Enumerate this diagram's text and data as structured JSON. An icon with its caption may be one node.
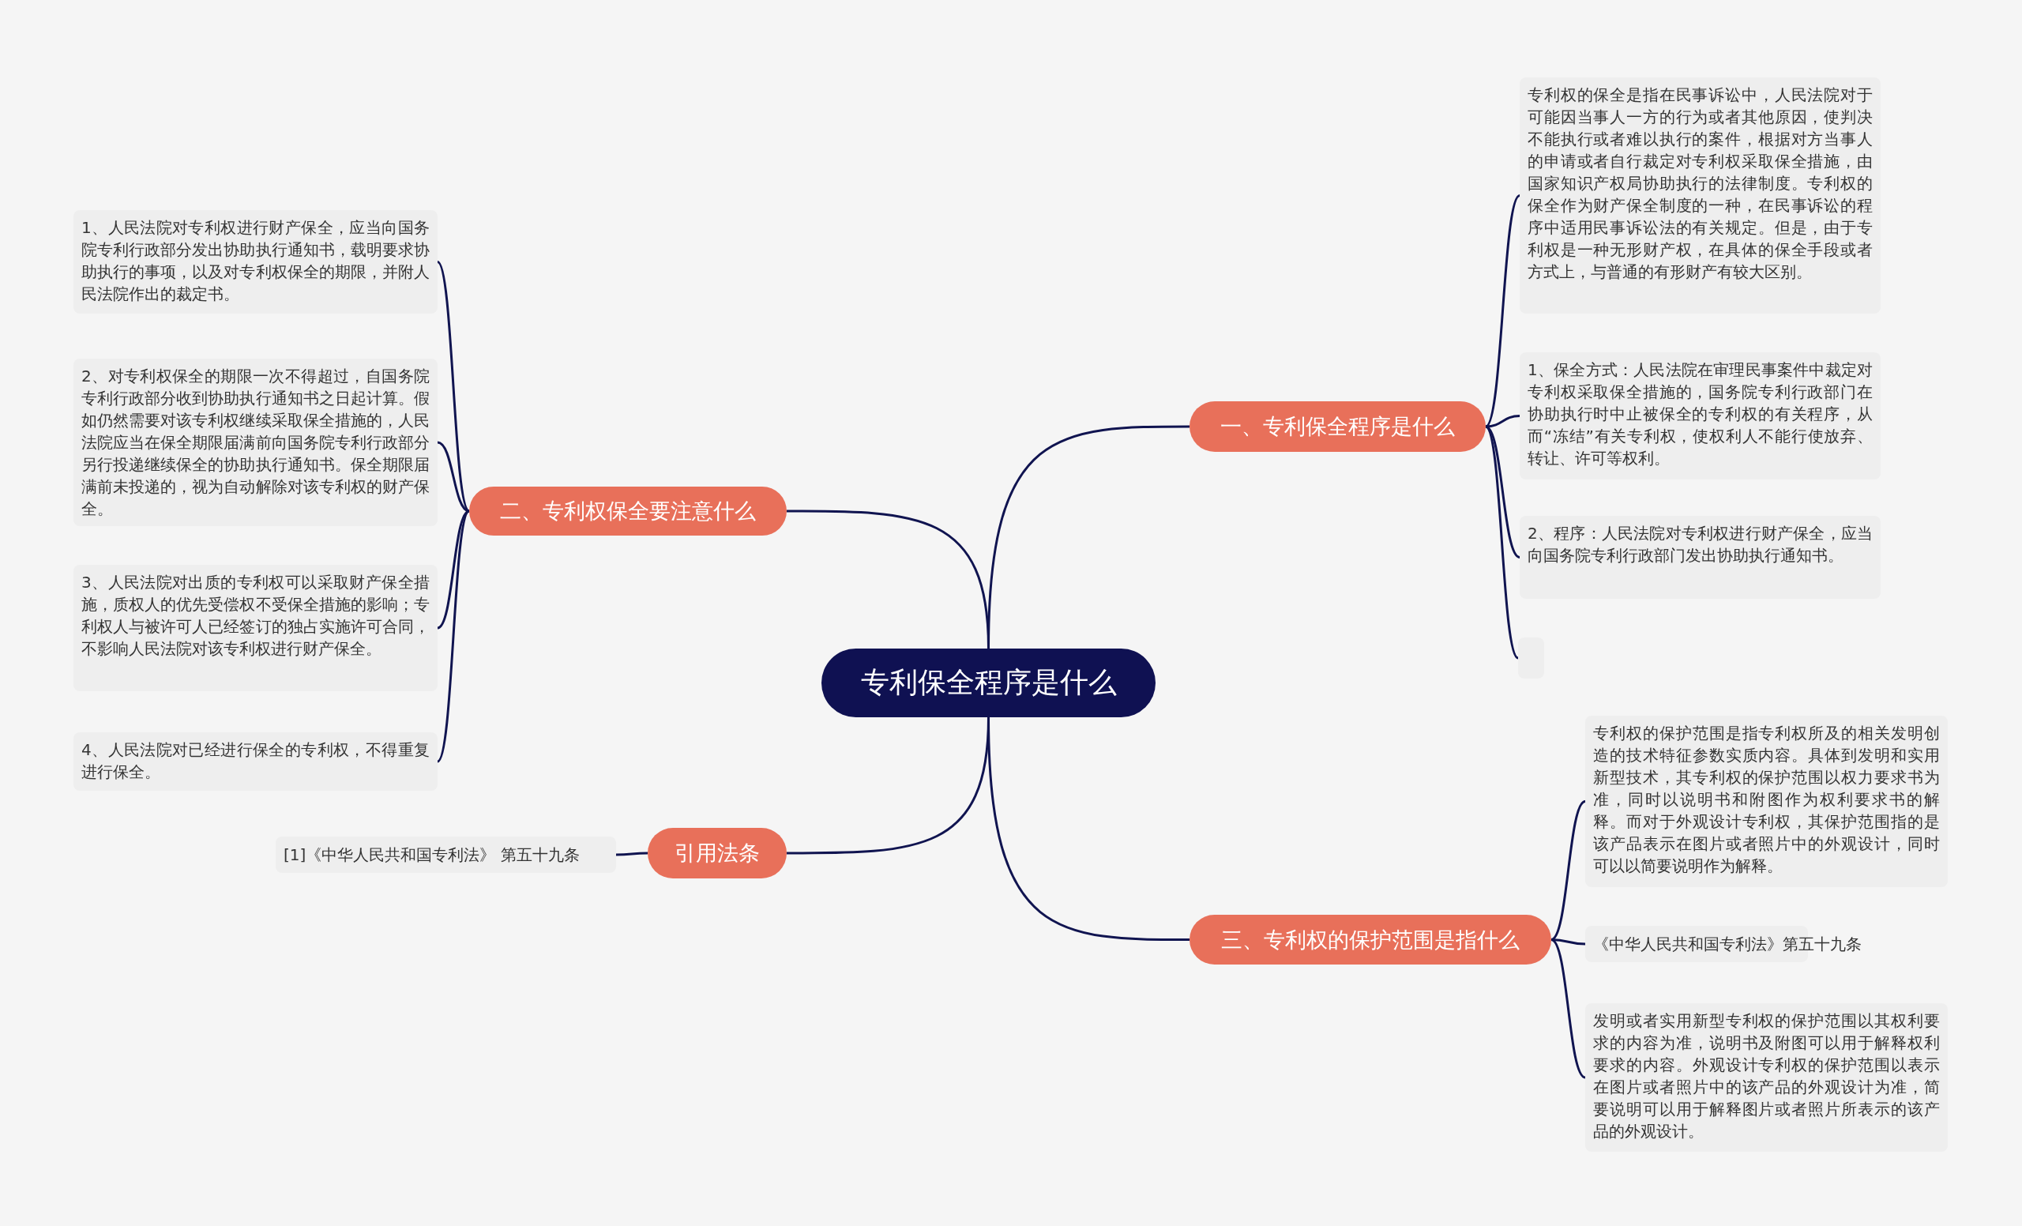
{
  "diagram": {
    "nodes": [
      {
        "text": [
          "专利保全程序是什么"
        ]
      },
      {
        "text": [
          "一、专利保全程序是什么"
        ]
      },
      {
        "text": [
          "专利权的保全是指在民事诉讼中，人民法院对于可能因当事人一方的行为或者其他原因，使判决不能执行或者难以执行的案件，根据对方当事人的申请或者自行裁定对专利权采取保全措施，由国家知识产权局协助执行的法律制度。专利权的保全作为财产保全制度的一种，在民事诉讼的程序中适用民事诉讼法的有关规定。但是，由于专利权是一种无形财产权，在具体的保全手段或者方式上，与普通的有形财产有较大区别。"
        ]
      },
      {
        "text": [
          "1、保全方式：人民法院在审理民事案件中裁定对专利权采取保全措施的，国务院专利行政部门在协助执行时中止被保全的专利权的有关程序，从而“冻结”有关专利权，使权利人不能行使放弃、转让、许可等权利。"
        ]
      },
      {
        "text": [
          "2、程序：人民法院对专利权进行财产保全，应当向国务院专利行政部门发出协助执行通知书。"
        ]
      },
      {
        "text": [],
        "shape": "box"
      },
      {
        "text": [
          "二、专利权保全要注意什么"
        ]
      },
      {
        "text": [
          "1、人民法院对专利权进行财产保全，应当向国务院专利行政部分发出协助执行通知书，载明要求协助执行的事项，以及对专利权保全的期限，并附人民法院作出的裁定书。"
        ]
      },
      {
        "text": [
          "2、对专利权保全的期限一次不得超过，自国务院专利行政部分收到协助执行通知书之日起计算。假如仍然需要对该专利权继续采取保全措施的，人民法院应当在保全期限届满前向国务院专利行政部分另行投递继续保全的协助执行通知书。保全期限届满前未投递的，视为自动解除对该专利权的财产保全。"
        ]
      },
      {
        "text": [
          "3、人民法院对出质的专利权可以采取财产保全措施，质权人的优先受偿权不受保全措施的影响；专利权人与被许可人已经签订的独占实施许可合同，不影响人民法院对该专利权进行财产保全。"
        ]
      },
      {
        "text": [
          "4、人民法院对已经进行保全的专利权，不得重复进行保全。"
        ]
      },
      {
        "text": [
          "引用法条"
        ]
      },
      {
        "text": [
          "[1]《中华人民共和国专利法》 第五十九条"
        ]
      },
      {
        "text": [
          "三、专利权的保护范围是指什么"
        ]
      },
      {
        "text": [
          "专利权的保护范围是指专利权所及的相关发明创造的技术特征参数实质内容。具体到发明和实用新型技术，其专利权的保护范围以权力要求书为准，同时以说明书和附图作为权利要求书的解释。而对于外观设计专利权，其保护范围指的是该产品表示在图片或者照片中的外观设计，同时可以以简要说明作为解释。"
        ]
      },
      {
        "text": [
          "《中华人民共和国专利法》第五十九条"
        ]
      },
      {
        "text": [
          "发明或者实用新型专利权的保护范围以其权利要求的内容为准，说明书及附图可以用于解释权利要求的内容。外观设计专利权的保护范围以表示在图片或者照片中的该产品的外观设计为准，简要说明可以用于解释图片或者照片所表示的该产品的外观设计。"
        ]
      }
    ],
    "edges": [
      {
        "from": 0,
        "to": 1,
        "arrow": "none"
      },
      {
        "from": 1,
        "to": 2,
        "arrow": "none"
      },
      {
        "from": 1,
        "to": 3,
        "arrow": "none"
      },
      {
        "from": 1,
        "to": 4,
        "arrow": "none"
      },
      {
        "from": 1,
        "to": 5,
        "arrow": "none"
      },
      {
        "from": 0,
        "to": 6,
        "arrow": "none"
      },
      {
        "from": 6,
        "to": 7,
        "arrow": "none"
      },
      {
        "from": 6,
        "to": 8,
        "arrow": "none"
      },
      {
        "from": 6,
        "to": 9,
        "arrow": "none"
      },
      {
        "from": 6,
        "to": 10,
        "arrow": "none"
      },
      {
        "from": 0,
        "to": 11,
        "arrow": "none"
      },
      {
        "from": 11,
        "to": 12,
        "arrow": "none"
      },
      {
        "from": 0,
        "to": 13,
        "arrow": "none"
      },
      {
        "from": 13,
        "to": 14,
        "arrow": "none"
      },
      {
        "from": 13,
        "to": 15,
        "arrow": "none"
      },
      {
        "from": 13,
        "to": 16,
        "arrow": "none"
      }
    ]
  }
}
